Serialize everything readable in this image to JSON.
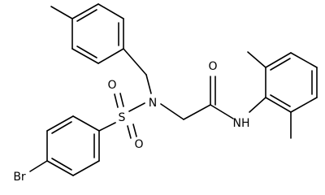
{
  "structure": {
    "atoms": {
      "N_sulfonamide": "N",
      "S": "S",
      "O_sulfonyl_top": "O",
      "O_sulfonyl_bottom": "O",
      "O_carbonyl": "O",
      "NH_amide": "NH",
      "Br": "Br"
    }
  },
  "colors": {
    "bond": "#000000",
    "label": "#000000",
    "background": "#ffffff"
  }
}
